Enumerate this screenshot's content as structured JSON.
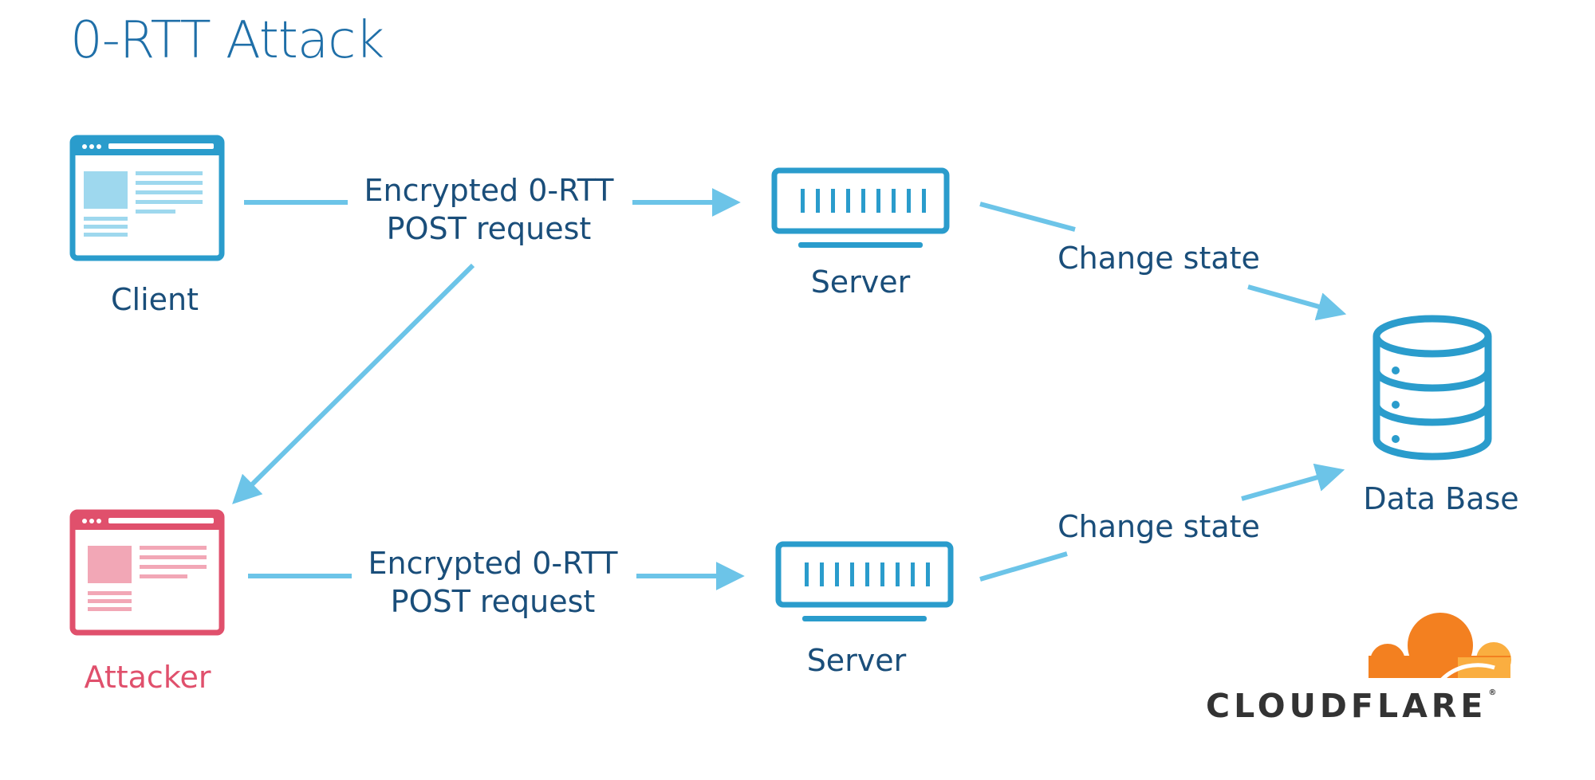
{
  "title": "0-RTT Attack",
  "nodes": {
    "client": "Client",
    "attacker": "Attacker",
    "server_top": "Server",
    "server_bottom": "Server",
    "database": "Data Base"
  },
  "edges": {
    "client_request": [
      "Encrypted 0-RTT",
      "POST request"
    ],
    "attacker_request": [
      "Encrypted 0-RTT",
      "POST request"
    ],
    "change_state_top": "Change state",
    "change_state_bottom": "Change state"
  },
  "brand": {
    "logo": "cloud-logo-icon",
    "wordmark": "CLOUDFLARE",
    "mark": "®"
  },
  "colors": {
    "primary": "#2a9ccc",
    "arrow": "#6cc4e8",
    "panel_fill": "#9ed8ee",
    "attacker": "#e0506c",
    "attacker_fill": "#f2a7b6",
    "text": "#1a4e7a",
    "title": "#1f6fa8",
    "cloud_orange": "#f38020",
    "cloud_light": "#faae40"
  }
}
